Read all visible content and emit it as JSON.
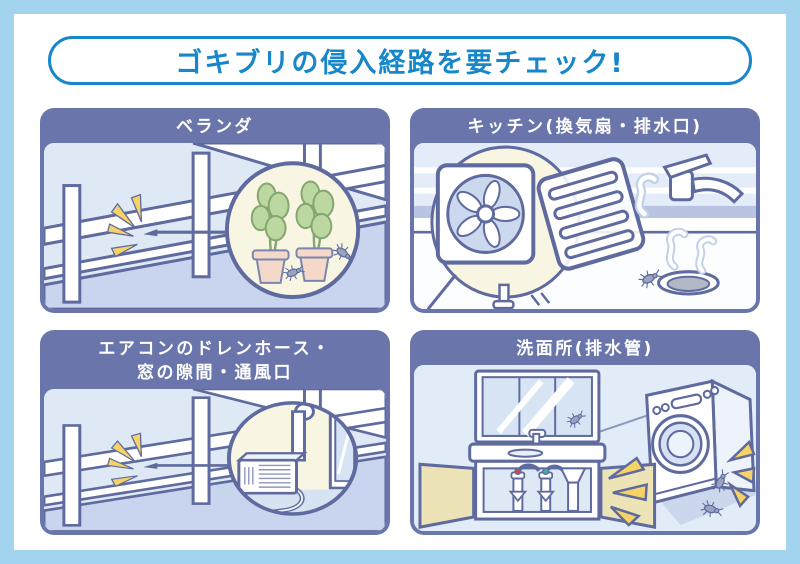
{
  "title": {
    "text": "ゴキブリの侵入経路を要チェック!"
  },
  "panels": [
    {
      "id": "veranda",
      "title": "ベランダ"
    },
    {
      "id": "kitchen",
      "title": "キッチン(換気扇・排水口)"
    },
    {
      "id": "aircon",
      "title_line1": "エアコンのドレンホース・",
      "title_line2": "窓の隙間・通風口"
    },
    {
      "id": "washroom",
      "title": "洗面所(排水管)"
    }
  ],
  "colors": {
    "outer_border": "#a3d4ef",
    "title_blue": "#1787c9",
    "panel_header_purple": "#6a76ab",
    "line_outline": "#5f6b9e",
    "scene_blue": "#dfe9f5",
    "lavender_panel": "#c9d5ee",
    "purple_band": "#b9c3e2",
    "highlight_cream": "#f8f5e2",
    "flash_yellow": "#f7d367",
    "leaf_green": "#bcd8a0",
    "pot_pink": "#f4d9ca",
    "door_beige": "#ece4b6",
    "roach_gray": "#9aa3c2"
  }
}
